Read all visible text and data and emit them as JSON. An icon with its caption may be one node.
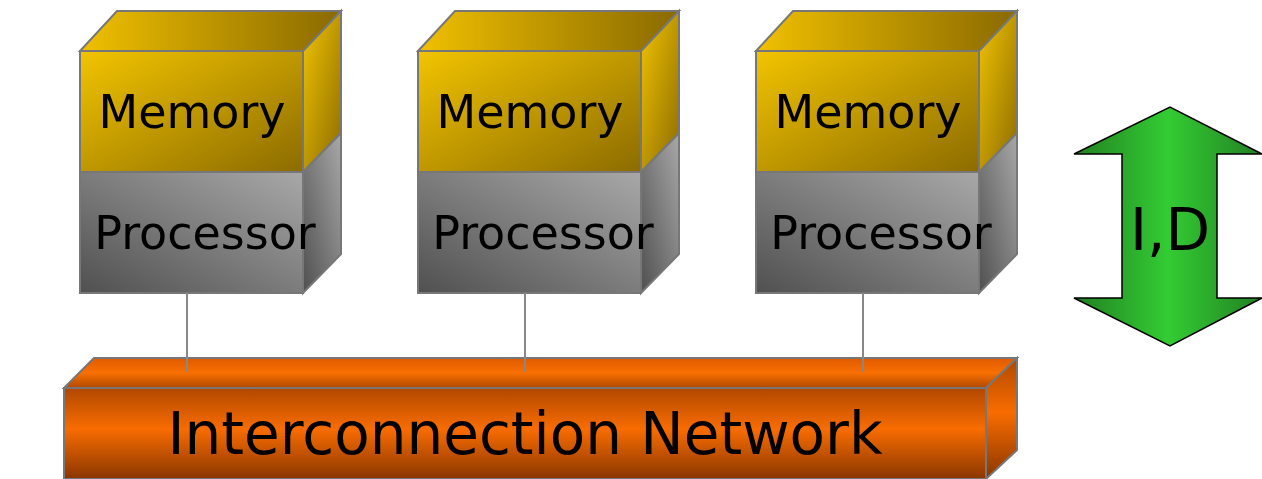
{
  "diagram": {
    "nodes": [
      {
        "text": [
          "Memory"
        ]
      },
      {
        "text": [
          "Processor"
        ]
      },
      {
        "text": [
          "Memory"
        ]
      },
      {
        "text": [
          "Processor"
        ]
      },
      {
        "text": [
          "Memory"
        ]
      },
      {
        "text": [
          "Processor"
        ]
      },
      {
        "text": [
          "Interconnection Network"
        ]
      },
      {
        "text": [
          "I,D"
        ]
      }
    ],
    "edges": [
      {
        "from": 1,
        "to": 6,
        "arrow": "none"
      },
      {
        "from": 3,
        "to": 6,
        "arrow": "none"
      },
      {
        "from": 5,
        "to": 6,
        "arrow": "none"
      }
    ]
  }
}
